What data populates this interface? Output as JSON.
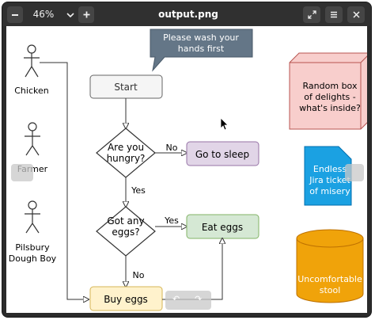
{
  "header": {
    "zoom": "46%",
    "title": "output.png",
    "icons": [
      "zoom-out-icon",
      "chevron-down-icon",
      "zoom-in-icon",
      "fullscreen-icon",
      "menu-icon",
      "close-icon"
    ]
  },
  "diagram": {
    "actors": {
      "chicken": "Chicken",
      "farmer": "Farmer",
      "pilsbury_line1": "Pilsbury",
      "pilsbury_line2": "Dough Boy"
    },
    "callout_line1": "Please wash your",
    "callout_line2": "hands first",
    "start": "Start",
    "q1_line1": "Are you",
    "q1_line2": "hungry?",
    "q1_no": "No",
    "q1_yes": "Yes",
    "sleep": "Go to sleep",
    "q2_line1": "Got any",
    "q2_line2": "eggs?",
    "q2_yes": "Yes",
    "q2_no": "No",
    "eat": "Eat eggs",
    "buy": "Buy eggs",
    "box_line1": "Random box",
    "box_line2": "of delights -",
    "box_line3": "what's inside?",
    "doc_line1": "Endless",
    "doc_line2": "Jira ticket",
    "doc_line3": "of misery",
    "cyl_line1": "Uncomfortable",
    "cyl_line2": "stool"
  },
  "colors": {
    "callout": "#647687",
    "start_fill": "#f5f5f5",
    "sleep_fill": "#e1d5e7",
    "eat_fill": "#d5e8d4",
    "buy_fill": "#fff2cc",
    "box_fill": "#f8cecc",
    "doc_fill": "#1ba1e2",
    "cyl_fill": "#f0a30a"
  }
}
